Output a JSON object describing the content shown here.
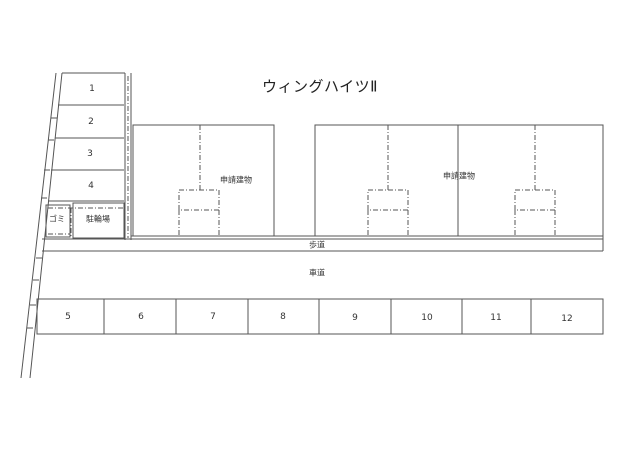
{
  "title": "ウィングハイツⅡ",
  "left_parking": [
    {
      "label": "1"
    },
    {
      "label": "2"
    },
    {
      "label": "3"
    },
    {
      "label": "4"
    }
  ],
  "garbage_area": {
    "label": "ゴミ"
  },
  "bicycle_parking": {
    "label": "駐輪場"
  },
  "buildings": {
    "left_label": "申請建物",
    "right_label": "申請建物"
  },
  "sidewalk": {
    "label": "歩道"
  },
  "roadway": {
    "label": "車道"
  },
  "bottom_parking": [
    {
      "label": "5"
    },
    {
      "label": "6"
    },
    {
      "label": "7"
    },
    {
      "label": "8"
    },
    {
      "label": "9"
    },
    {
      "label": "10"
    },
    {
      "label": "11"
    },
    {
      "label": "12"
    }
  ],
  "colors": {
    "line": "#555555",
    "background": "#ffffff",
    "text": "#333333"
  }
}
